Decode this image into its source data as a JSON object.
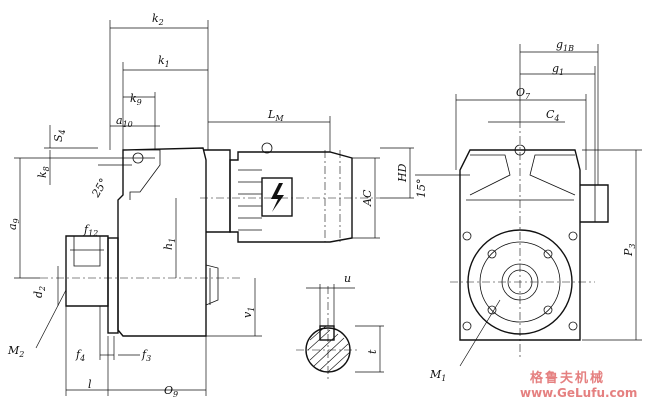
{
  "labels": {
    "k2": {
      "main": "k",
      "sub": "2"
    },
    "k1": {
      "main": "k",
      "sub": "1"
    },
    "k9": {
      "main": "k",
      "sub": "9"
    },
    "a10": {
      "main": "a",
      "sub": "10"
    },
    "s4": {
      "main": "S",
      "sub": "4"
    },
    "k8": {
      "main": "k",
      "sub": "8"
    },
    "angle25": {
      "main": "25°",
      "sub": ""
    },
    "a9": {
      "main": "a",
      "sub": "9"
    },
    "f12": {
      "main": "f",
      "sub": "12"
    },
    "d2": {
      "main": "d",
      "sub": "2"
    },
    "m2": {
      "main": "M",
      "sub": "2"
    },
    "f4": {
      "main": "f",
      "sub": "4"
    },
    "f3": {
      "main": "f",
      "sub": "3"
    },
    "l": {
      "main": "l",
      "sub": ""
    },
    "o9": {
      "main": "O",
      "sub": "9"
    },
    "lm": {
      "main": "L",
      "sub": "M"
    },
    "h1": {
      "main": "h",
      "sub": "1"
    },
    "v1": {
      "main": "v",
      "sub": "1"
    },
    "ac": {
      "main": "AC",
      "sub": ""
    },
    "hd": {
      "main": "HD",
      "sub": ""
    },
    "angle15": {
      "main": "15°",
      "sub": ""
    },
    "u": {
      "main": "u",
      "sub": ""
    },
    "t": {
      "main": "t",
      "sub": ""
    },
    "g1b": {
      "main": "g",
      "sub": "1B"
    },
    "g1": {
      "main": "g",
      "sub": "1"
    },
    "o7": {
      "main": "O",
      "sub": "7"
    },
    "c4": {
      "main": "C",
      "sub": "4"
    },
    "p3": {
      "main": "P",
      "sub": "3"
    },
    "m1": {
      "main": "M",
      "sub": "1"
    }
  },
  "watermark": {
    "chinese": "格鲁夫机械",
    "url": "www.GeLufu.com",
    "color": "#e58080"
  }
}
